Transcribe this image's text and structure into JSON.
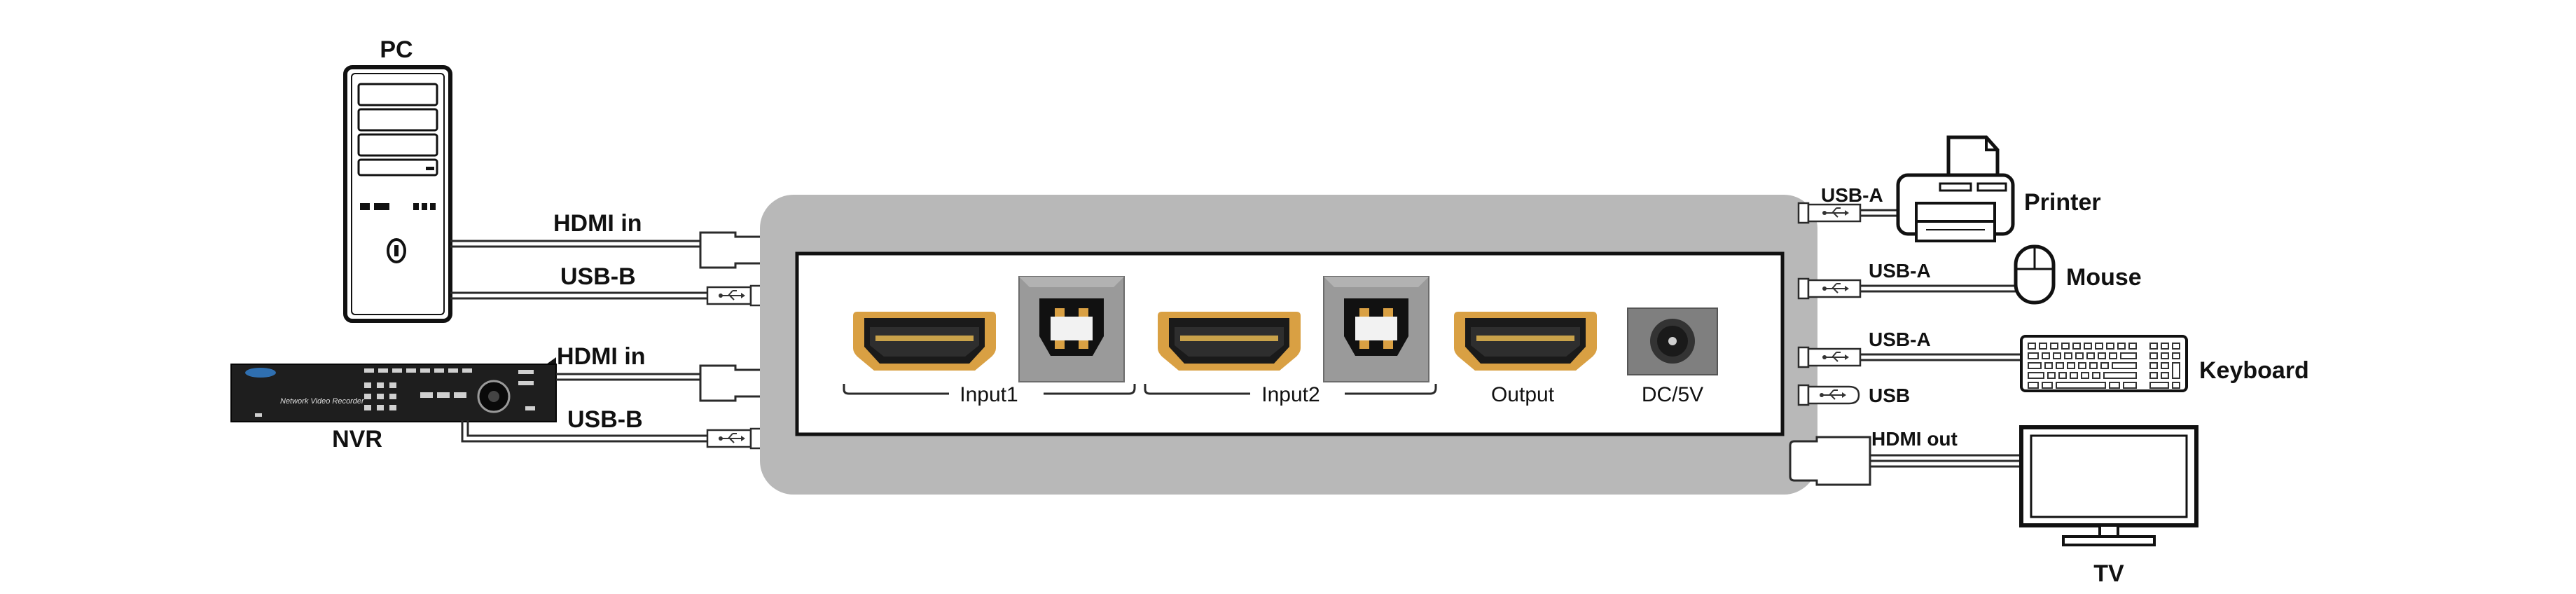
{
  "devices": {
    "pc": "PC",
    "nvr": "NVR",
    "nvr_front_text": "Network Video Recorder",
    "printer": "Printer",
    "mouse": "Mouse",
    "keyboard": "Keyboard",
    "tv": "TV"
  },
  "cables": {
    "pc_hdmi": "HDMI in",
    "pc_usb": "USB-B",
    "nvr_hdmi": "HDMI in",
    "nvr_usb": "USB-B",
    "printer_usb": "USB-A",
    "mouse_usb": "USB-A",
    "keyboard_usb": "USB-A",
    "usb": "USB",
    "hdmi_out": "HDMI out"
  },
  "switch_ports": {
    "input1": "Input1",
    "input2": "Input2",
    "output": "Output",
    "power": "DC/5V"
  },
  "colors": {
    "housing": "#b8b8b8",
    "hdmi_gold": "#d9a043",
    "usb_b_block": "#9a9a9a",
    "panel_border": "#111111"
  }
}
